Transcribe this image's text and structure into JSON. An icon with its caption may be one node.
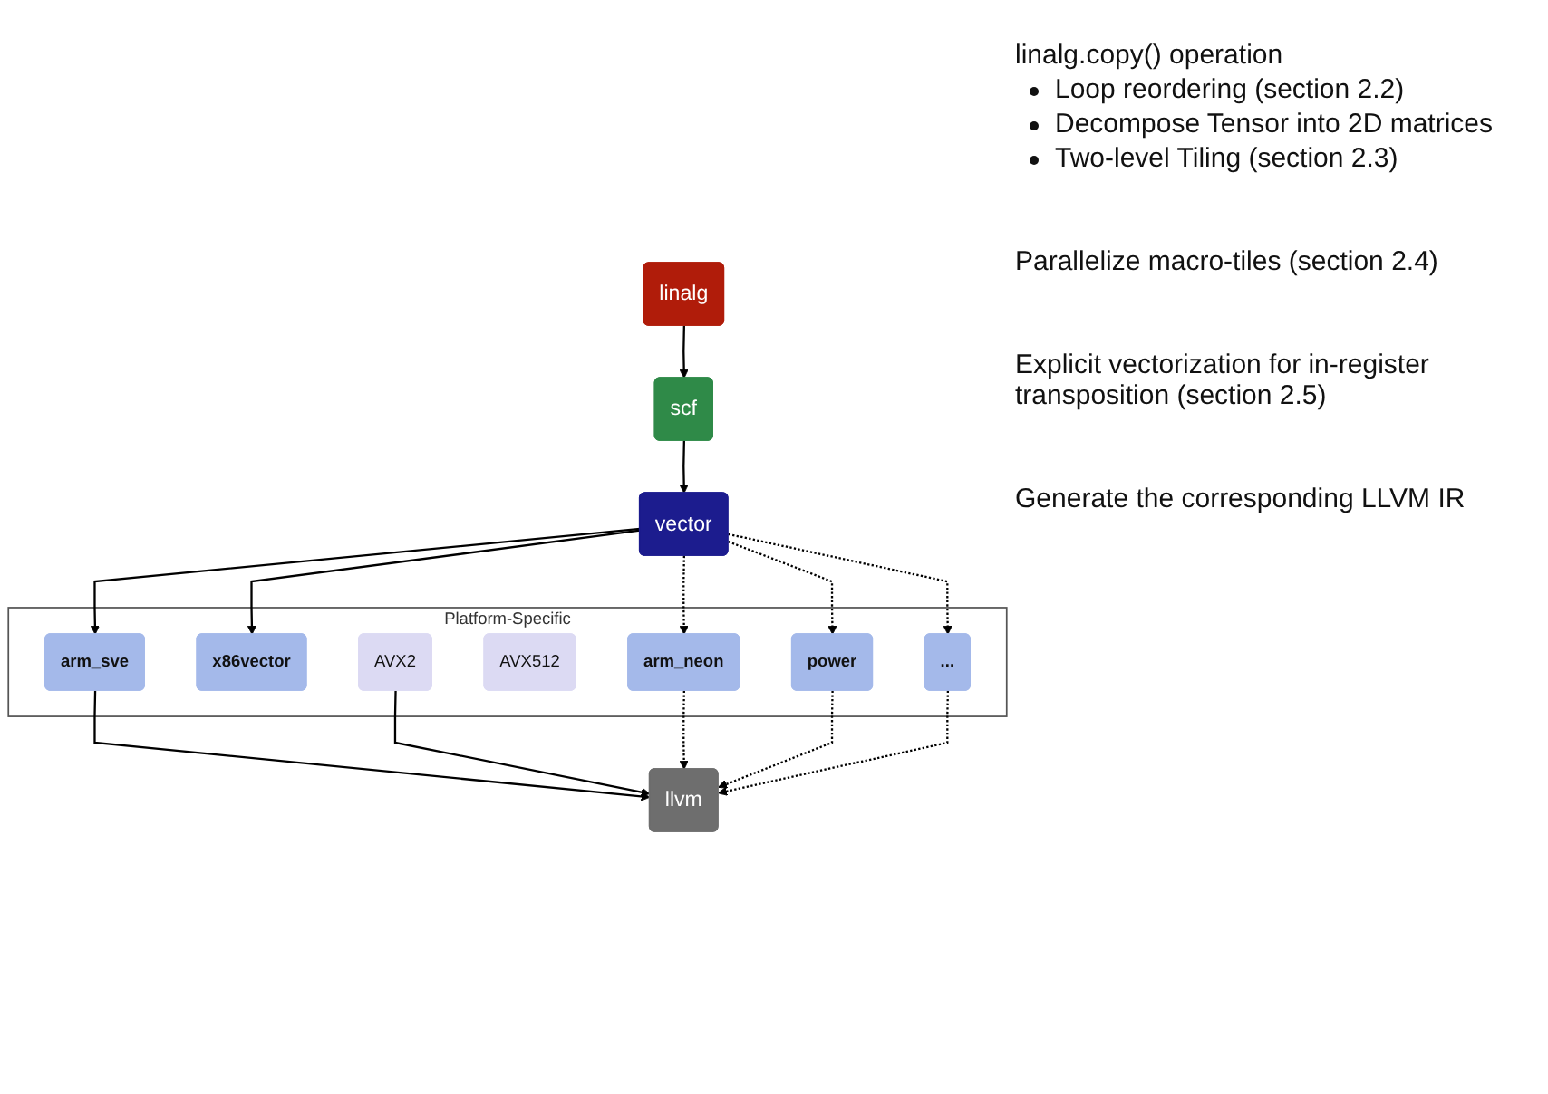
{
  "diagram": {
    "nodes": [
      {
        "text": [
          "linalg"
        ]
      },
      {
        "text": [
          "scf"
        ]
      },
      {
        "text": [
          "vector"
        ]
      },
      {
        "text": [
          "Platform-Specific"
        ]
      },
      {
        "text": [
          "arm_sve"
        ],
        "in": 3
      },
      {
        "text": [
          "x86vector"
        ],
        "in": 3
      },
      {
        "text": [
          "AVX2"
        ],
        "in": 3
      },
      {
        "text": [
          "AVX512"
        ],
        "in": 3
      },
      {
        "text": [
          "arm_neon"
        ],
        "in": 3
      },
      {
        "text": [
          "power"
        ],
        "in": 3
      },
      {
        "text": [
          "..."
        ],
        "in": 3
      },
      {
        "text": [
          "llvm"
        ]
      }
    ],
    "edges": [
      {
        "from": 0,
        "to": 1,
        "arrow": "to"
      },
      {
        "from": 1,
        "to": 2,
        "arrow": "to"
      },
      {
        "from": 2,
        "to": 4,
        "arrow": "to"
      },
      {
        "from": 2,
        "to": 5,
        "arrow": "to"
      },
      {
        "from": 2,
        "to": 8,
        "arrow": "to",
        "style": "dashed"
      },
      {
        "from": 2,
        "to": 9,
        "arrow": "to",
        "style": "dashed"
      },
      {
        "from": 2,
        "to": 10,
        "arrow": "to",
        "style": "dashed"
      },
      {
        "from": 4,
        "to": 11,
        "arrow": "to"
      },
      {
        "from": 6,
        "to": 11,
        "arrow": "to"
      },
      {
        "from": 8,
        "to": 11,
        "arrow": "to",
        "style": "dashed"
      },
      {
        "from": 9,
        "to": 11,
        "arrow": "to",
        "style": "dashed"
      },
      {
        "from": 10,
        "to": 11,
        "arrow": "to",
        "style": "dashed"
      }
    ],
    "labels": [
      "linalg.copy() operation",
      "Loop reordering (section 2.2)",
      "Decompose Tensor into 2D matrices",
      "Two-level Tiling (section 2.3)",
      "Parallelize macro-tiles (section 2.4)",
      "Explicit vectorization for in-register transposition (section 2.5)",
      "Generate the corresponding LLVM IR"
    ]
  }
}
